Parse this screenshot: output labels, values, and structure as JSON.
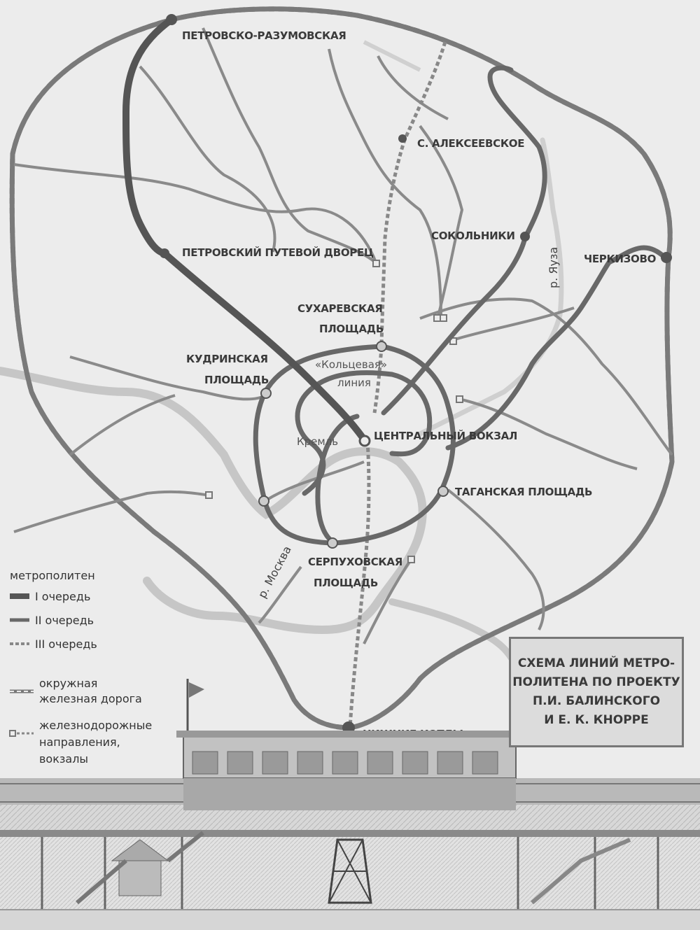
{
  "title": "СХЕМА ЛИНИЙ МЕТРО-\nПОЛИТЕНА ПО ПРОЕКТУ\nП.И. БАЛИНСКОГО\nИ Е. К. КНОРРЕ",
  "stations": {
    "petrovsko_razumovskaya": "ПЕТРОВСКО-РАЗУМОВСКАЯ",
    "s_alekseevskoe": "С. АЛЕКСЕЕВСКОЕ",
    "sokolniki": "СОКОЛЬНИКИ",
    "cherkizovo": "ЧЕРКИЗОВО",
    "petrovsky_dvorets": "ПЕТРОВСКИЙ ПУТЕВОЙ ДВОРЕЦ",
    "sukharevskaya_1": "СУХАРЕВСКАЯ",
    "sukharevskaya_2": "ПЛОЩАДЬ",
    "kudrinskaya_1": "КУДРИНСКАЯ",
    "kudrinskaya_2": "ПЛОЩАДЬ",
    "tsentralny_vokzal": "ЦЕНТРАЛЬНЫЙ ВОКЗАЛ",
    "taganskaya": "ТАГАНСКАЯ ПЛОЩАДЬ",
    "serpukhovskaya_1": "СЕРПУХОВСКАЯ",
    "serpukhovskaya_2": "ПЛОЩАДЬ",
    "nizhnie_kotly": "НИЖНИЕ КОТЛЫ"
  },
  "labels": {
    "koltsevaya_1": "«Кольцевая»",
    "koltsevaya_2": "линия",
    "kreml": "Кремль",
    "river_moskva": "р. Москва",
    "river_yauza": "р. Яуза"
  },
  "legend": {
    "heading": "метрополитен",
    "stage1": "I очередь",
    "stage2": "II очередь",
    "stage3": "III очередь",
    "ring_rail_1": "окружная",
    "ring_rail_2": "железная дорога",
    "rail_dir_1": "железнодорожные",
    "rail_dir_2": "направления,",
    "rail_dir_3": "вокзалы"
  },
  "colors": {
    "stage1": "#555555",
    "stage2": "#686868",
    "stage3": "#808080",
    "river": "#c6c6c6"
  }
}
